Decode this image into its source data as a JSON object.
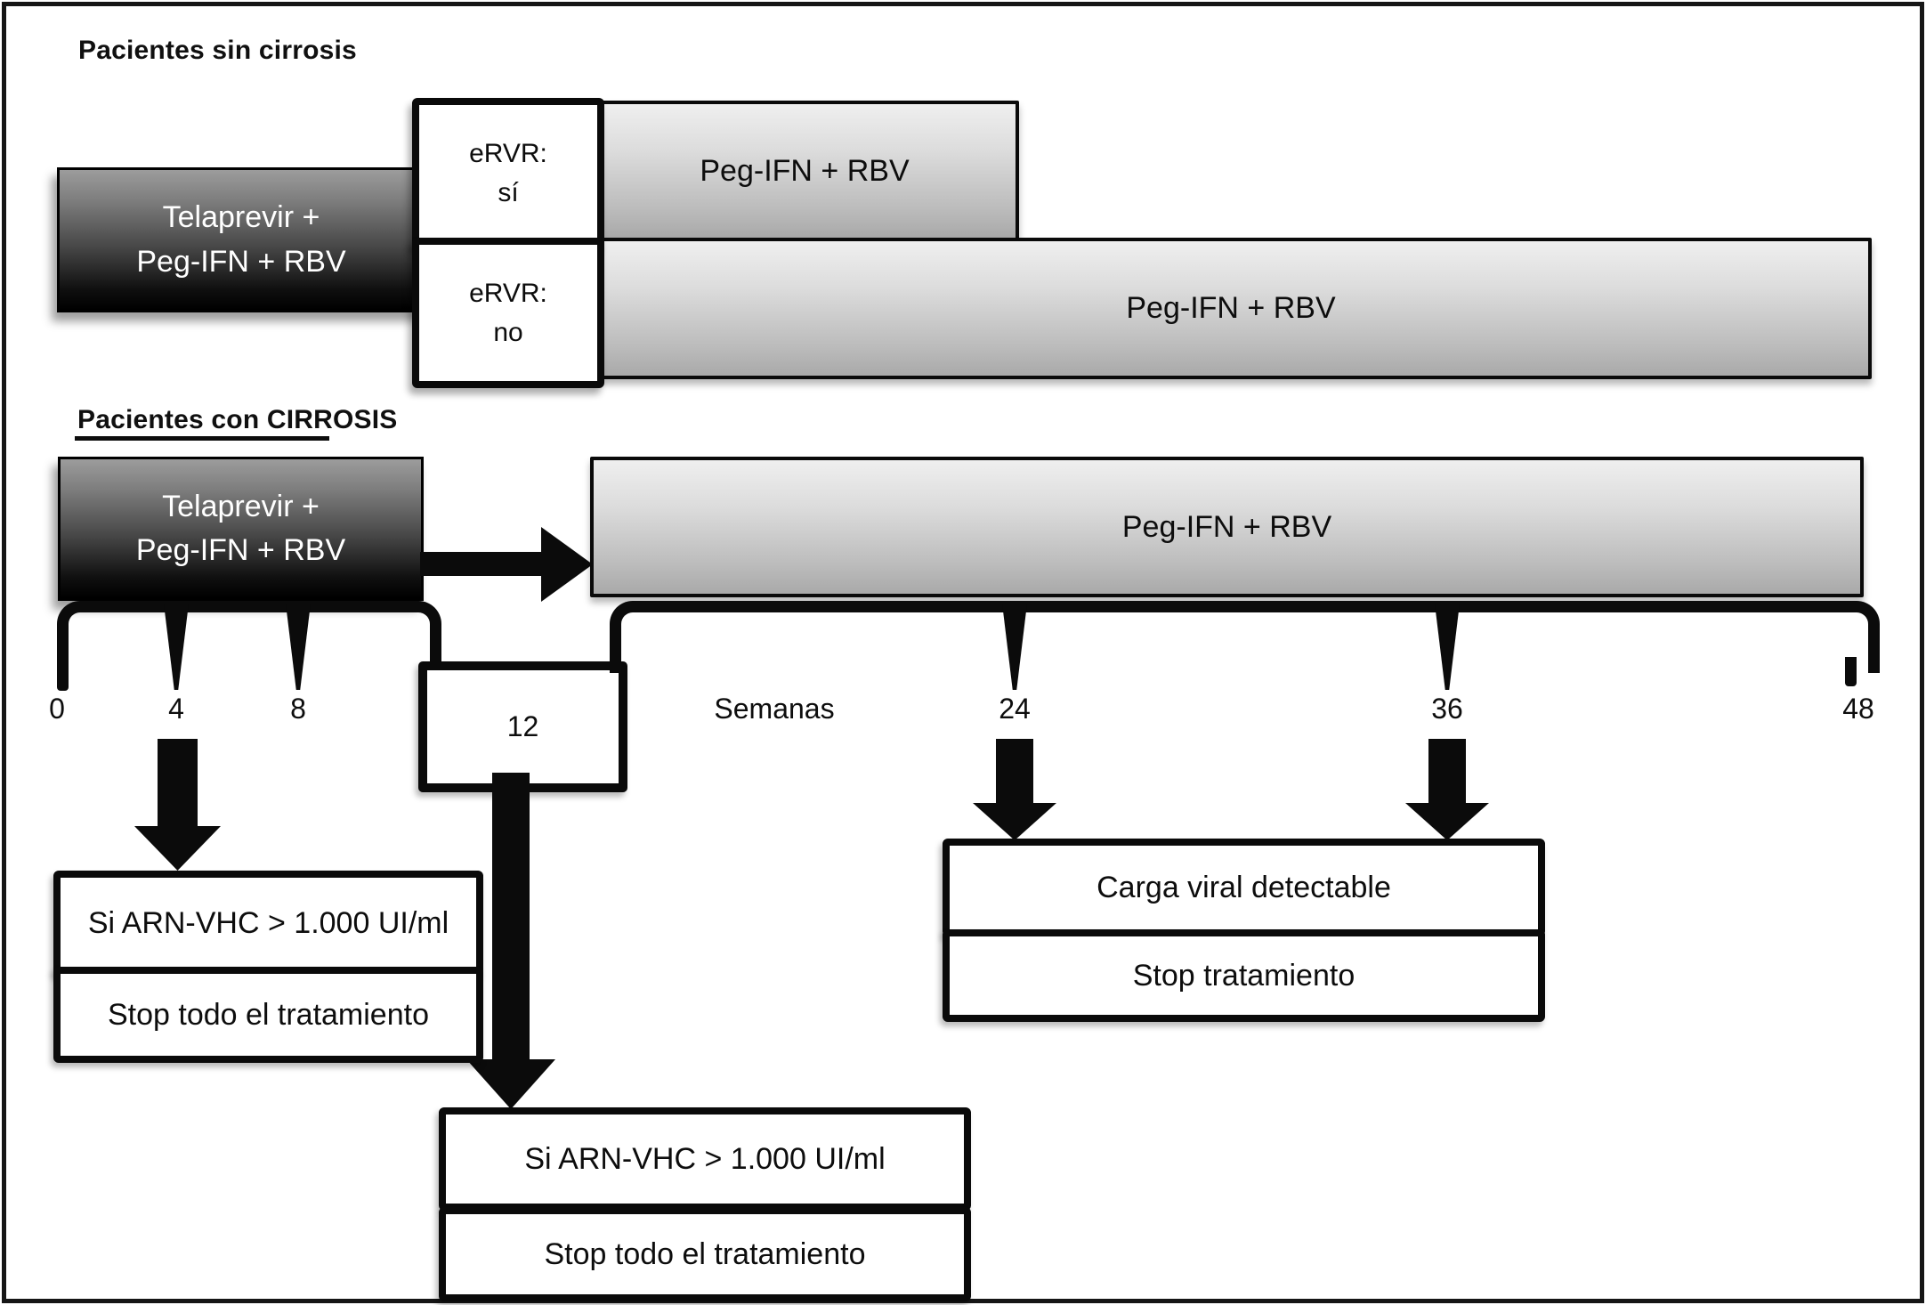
{
  "no_cirrhosis": {
    "title": "Pacientes sin cirrosis",
    "telaprevir_line1": "Telaprevir +",
    "telaprevir_line2": "Peg-IFN + RBV",
    "ervr_yes_line1": "eRVR:",
    "ervr_yes_line2": "sí",
    "ervr_no_line1": "eRVR:",
    "ervr_no_line2": "no",
    "bar_ervr_yes_label": "Peg-IFN + RBV",
    "bar_ervr_no_label": "Peg-IFN + RBV"
  },
  "cirrhosis": {
    "title": "Pacientes con CIRROSIS",
    "telaprevir_line1": "Telaprevir +",
    "telaprevir_line2": "Peg-IFN + RBV",
    "bar_label": "Peg-IFN + RBV"
  },
  "timeline": {
    "tick_0": "0",
    "tick_4": "4",
    "tick_8": "8",
    "tick_12": "12",
    "axis_label": "Semanas",
    "tick_24": "24",
    "tick_36": "36",
    "tick_48": "48"
  },
  "stopping_rules": {
    "week4": {
      "condition": "Si ARN-VHC > 1.000 UI/ml",
      "action": "Stop todo el tratamiento"
    },
    "week12": {
      "condition": "Si ARN-VHC > 1.000 UI/ml",
      "action": "Stop todo el tratamiento"
    },
    "week24_36": {
      "condition": "Carga viral detectable",
      "action": "Stop tratamiento"
    }
  },
  "colors": {
    "ink": "#0d0d0d",
    "dark_box_top": "#9c9c9c",
    "dark_box_bottom": "#000000",
    "bar_top": "#efefef",
    "bar_bottom": "#a9a9a9"
  }
}
